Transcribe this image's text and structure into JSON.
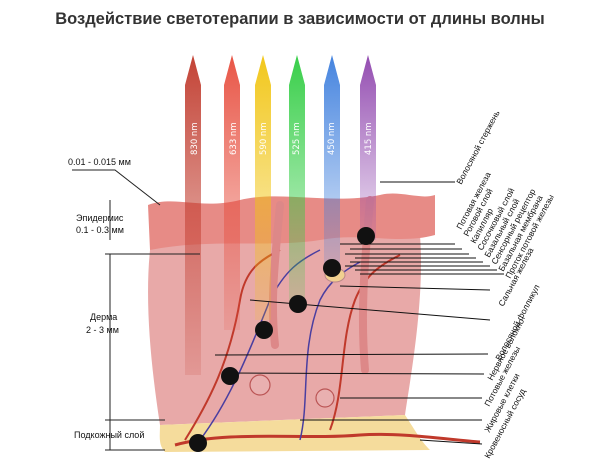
{
  "title": "Воздействие светотерапии в зависимости от длины волны",
  "beams": [
    {
      "label": "830 nm",
      "color": "#c0392b"
    },
    {
      "label": "633 nm",
      "color": "#e74c3c"
    },
    {
      "label": "590 nm",
      "color": "#f1c40f"
    },
    {
      "label": "525 nm",
      "color": "#2ecc40"
    },
    {
      "label": "450 nm",
      "color": "#3b7ddd"
    },
    {
      "label": "415 nm",
      "color": "#8e44ad"
    }
  ],
  "left_labels": {
    "epidermis_top": "0.01 - 0.015 мм",
    "epidermis": "Эпидермис",
    "epidermis_depth": "0.1 - 0.3 мм",
    "dermis": "Дерма",
    "dermis_depth": "2 - 3 мм",
    "subcutaneous": "Подкожный слой"
  },
  "right_labels": [
    "Волосяной стержень",
    "Потовая железа",
    "Роговой слой",
    "Капилляр",
    "Сосочковый слой",
    "Базальный слой",
    "Сенсорный рецептор",
    "Базальная мембрана",
    "Проток потовой железы",
    "Сальная железа",
    "Волосяной фолликул",
    "Нервное волокно",
    "Потовые железы",
    "Жировые клетки",
    "Кровеносный сосуд"
  ],
  "colors": {
    "skin": "#f3c9c4",
    "dermis": "#e8a9a8",
    "epidermis": "#e78b86",
    "fat": "#f5dc9c",
    "vessel": "#c0392b",
    "nerve": "#4a3ea0"
  }
}
